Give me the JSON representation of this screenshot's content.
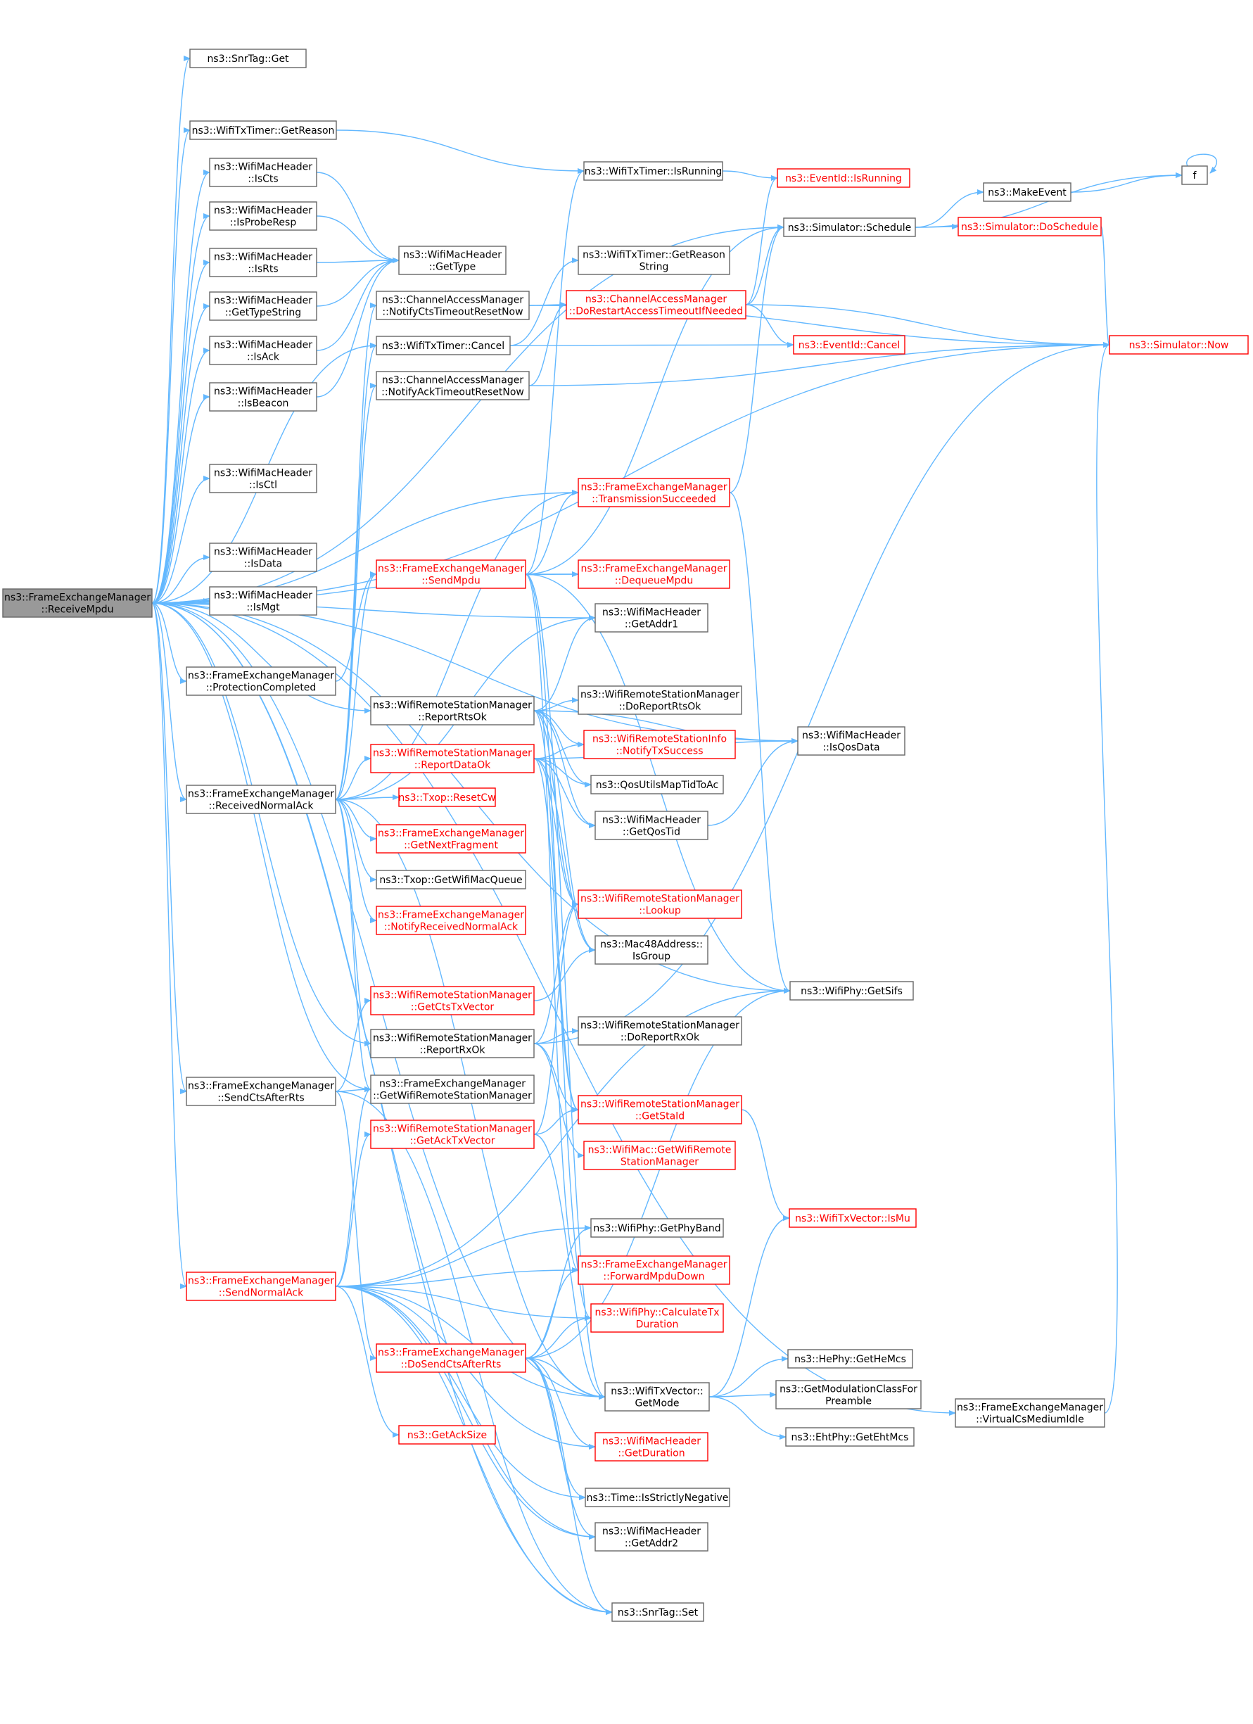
{
  "nodes": {
    "root": [
      "ns3::FrameExchangeManager",
      "::ReceiveMpdu"
    ],
    "snrtag_get": [
      "ns3::SnrTag::Get"
    ],
    "txtimer_getreason": [
      "ns3::WifiTxTimer::GetReason"
    ],
    "isCts": [
      "ns3::WifiMacHeader",
      "::IsCts"
    ],
    "isProbeResp": [
      "ns3::WifiMacHeader",
      "::IsProbeResp"
    ],
    "isRts": [
      "ns3::WifiMacHeader",
      "::IsRts"
    ],
    "getTypeString": [
      "ns3::WifiMacHeader",
      "::GetTypeString"
    ],
    "isAck": [
      "ns3::WifiMacHeader",
      "::IsAck"
    ],
    "isBeacon": [
      "ns3::WifiMacHeader",
      "::IsBeacon"
    ],
    "isCtl": [
      "ns3::WifiMacHeader",
      "::IsCtl"
    ],
    "isData": [
      "ns3::WifiMacHeader",
      "::IsData"
    ],
    "isMgt": [
      "ns3::WifiMacHeader",
      "::IsMgt"
    ],
    "protCompleted": [
      "ns3::FrameExchangeManager",
      "::ProtectionCompleted"
    ],
    "recvNormalAck": [
      "ns3::FrameExchangeManager",
      "::ReceivedNormalAck"
    ],
    "sendCtsAfterRts": [
      "ns3::FrameExchangeManager",
      "::SendCtsAfterRts"
    ],
    "sendNormalAck": [
      "ns3::FrameExchangeManager",
      "::SendNormalAck"
    ],
    "getType": [
      "ns3::WifiMacHeader",
      "::GetType"
    ],
    "notifyCts": [
      "ns3::ChannelAccessManager",
      "::NotifyCtsTimeoutResetNow"
    ],
    "txtimer_cancel": [
      "ns3::WifiTxTimer::Cancel"
    ],
    "notifyAck": [
      "ns3::ChannelAccessManager",
      "::NotifyAckTimeoutResetNow"
    ],
    "sendMpdu": [
      "ns3::FrameExchangeManager",
      "::SendMpdu"
    ],
    "reportRtsOk": [
      "ns3::WifiRemoteStationManager",
      "::ReportRtsOk"
    ],
    "reportDataOk": [
      "ns3::WifiRemoteStationManager",
      "::ReportDataOk"
    ],
    "resetCw": [
      "ns3::Txop::ResetCw"
    ],
    "getNextFragment": [
      "ns3::FrameExchangeManager",
      "::GetNextFragment"
    ],
    "getWifiMacQueue": [
      "ns3::Txop::GetWifiMacQueue"
    ],
    "notifyRecvNormalAck": [
      "ns3::FrameExchangeManager",
      "::NotifyReceivedNormalAck"
    ],
    "getCtsTxVector": [
      "ns3::WifiRemoteStationManager",
      "::GetCtsTxVector"
    ],
    "reportRxOk": [
      "ns3::WifiRemoteStationManager",
      "::ReportRxOk"
    ],
    "getWrsm": [
      "ns3::FrameExchangeManager",
      "::GetWifiRemoteStationManager"
    ],
    "getAckTxVector": [
      "ns3::WifiRemoteStationManager",
      "::GetAckTxVector"
    ],
    "doSendCts": [
      "ns3::FrameExchangeManager",
      "::DoSendCtsAfterRts"
    ],
    "getAckSize": [
      "ns3::GetAckSize"
    ],
    "isRunning": [
      "ns3::WifiTxTimer::IsRunning"
    ],
    "txtimer_getreasonstr": [
      "ns3::WifiTxTimer::GetReason",
      "String"
    ],
    "doRestart": [
      "ns3::ChannelAccessManager",
      "::DoRestartAccessTimeoutIfNeeded"
    ],
    "txSucceeded": [
      "ns3::FrameExchangeManager",
      "::TransmissionSucceeded"
    ],
    "dequeueMpdu": [
      "ns3::FrameExchangeManager",
      "::DequeueMpdu"
    ],
    "getAddr1": [
      "ns3::WifiMacHeader",
      "::GetAddr1"
    ],
    "doReportRtsOk": [
      "ns3::WifiRemoteStationManager",
      "::DoReportRtsOk"
    ],
    "notifyTxSuccess": [
      "ns3::WifiRemoteStationInfo",
      "::NotifyTxSuccess"
    ],
    "qosMapTid": [
      "ns3::QosUtilsMapTidToAc"
    ],
    "getQosTid": [
      "ns3::WifiMacHeader",
      "::GetQosTid"
    ],
    "lookup": [
      "ns3::WifiRemoteStationManager",
      "::Lookup"
    ],
    "isGroup": [
      "ns3::Mac48Address::",
      "IsGroup"
    ],
    "doReportRxOk": [
      "ns3::WifiRemoteStationManager",
      "::DoReportRxOk"
    ],
    "getStaId": [
      "ns3::WifiRemoteStationManager",
      "::GetStaId"
    ],
    "getWrsmMac": [
      "ns3::WifiMac::GetWifiRemote",
      "StationManager"
    ],
    "getPhyBand": [
      "ns3::WifiPhy::GetPhyBand"
    ],
    "fwdMpduDown": [
      "ns3::FrameExchangeManager",
      "::ForwardMpduDown"
    ],
    "calcTxDur": [
      "ns3::WifiPhy::CalculateTx",
      "Duration"
    ],
    "getMode": [
      "ns3::WifiTxVector::",
      "GetMode"
    ],
    "getDuration": [
      "ns3::WifiMacHeader",
      "::GetDuration"
    ],
    "isStrictlyNeg": [
      "ns3::Time::IsStrictlyNegative"
    ],
    "getAddr2": [
      "ns3::WifiMacHeader",
      "::GetAddr2"
    ],
    "snrtag_set": [
      "ns3::SnrTag::Set"
    ],
    "evIsRunning": [
      "ns3::EventId::IsRunning"
    ],
    "simSchedule": [
      "ns3::Simulator::Schedule"
    ],
    "evCancel": [
      "ns3::EventId::Cancel"
    ],
    "isQosData": [
      "ns3::WifiMacHeader",
      "::IsQosData"
    ],
    "getSifs": [
      "ns3::WifiPhy::GetSifs"
    ],
    "isMu": [
      "ns3::WifiTxVector::IsMu"
    ],
    "getHeMcs": [
      "ns3::HePhy::GetHeMcs"
    ],
    "getModClass": [
      "ns3::GetModulationClassFor",
      "Preamble"
    ],
    "getEhtMcs": [
      "ns3::EhtPhy::GetEhtMcs"
    ],
    "vcsIdle": [
      "ns3::FrameExchangeManager",
      "::VirtualCsMediumIdle"
    ],
    "makeEvent": [
      "ns3::MakeEvent"
    ],
    "doSchedule": [
      "ns3::Simulator::DoSchedule"
    ],
    "simNow": [
      "ns3::Simulator::Now"
    ],
    "f": [
      "f"
    ]
  },
  "colors": {
    "edge": "#63b8ff",
    "node_border": "#666666",
    "highlight_border": "#ff0000",
    "root_fill": "#999999"
  }
}
